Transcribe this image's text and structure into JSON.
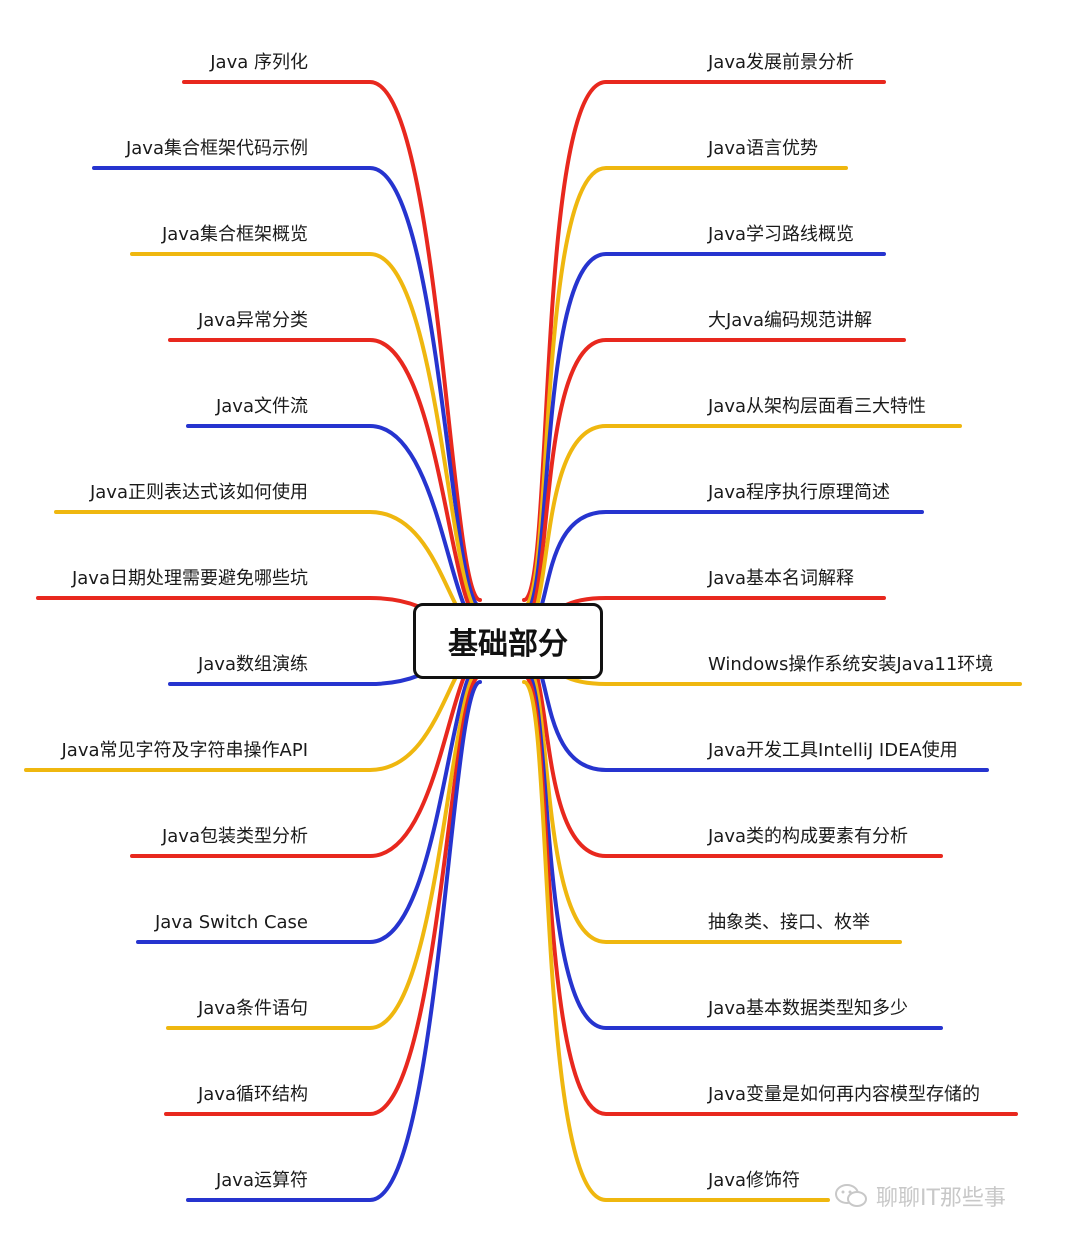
{
  "center": {
    "label": "基础部分"
  },
  "colors": {
    "red": "#e8281e",
    "blue": "#2634cf",
    "yellow": "#efb70f"
  },
  "left_branches": [
    {
      "label": "Java 序列化",
      "color": "red"
    },
    {
      "label": "Java集合框架代码示例",
      "color": "blue"
    },
    {
      "label": "Java集合框架概览",
      "color": "yellow"
    },
    {
      "label": "Java异常分类",
      "color": "red"
    },
    {
      "label": "Java文件流",
      "color": "blue"
    },
    {
      "label": "Java正则表达式该如何使用",
      "color": "yellow"
    },
    {
      "label": "Java日期处理需要避免哪些坑",
      "color": "red"
    },
    {
      "label": "Java数组演练",
      "color": "blue"
    },
    {
      "label": "Java常见字符及字符串操作API",
      "color": "yellow"
    },
    {
      "label": "Java包装类型分析",
      "color": "red"
    },
    {
      "label": "Java Switch Case",
      "color": "blue"
    },
    {
      "label": "Java条件语句",
      "color": "yellow"
    },
    {
      "label": "Java循环结构",
      "color": "red"
    },
    {
      "label": "Java运算符",
      "color": "blue"
    }
  ],
  "right_branches": [
    {
      "label": "Java发展前景分析",
      "color": "red"
    },
    {
      "label": "Java语言优势",
      "color": "yellow"
    },
    {
      "label": "Java学习路线概览",
      "color": "blue"
    },
    {
      "label": "大Java编码规范讲解",
      "color": "red"
    },
    {
      "label": "Java从架构层面看三大特性",
      "color": "yellow"
    },
    {
      "label": "Java程序执行原理简述",
      "color": "blue"
    },
    {
      "label": "Java基本名词解释",
      "color": "red"
    },
    {
      "label": "Windows操作系统安装Java11环境",
      "color": "yellow"
    },
    {
      "label": "Java开发工具IntelliJ IDEA使用",
      "color": "blue"
    },
    {
      "label": "Java类的构成要素有分析",
      "color": "red"
    },
    {
      "label": "抽象类、接口、枚举",
      "color": "yellow"
    },
    {
      "label": "Java基本数据类型知多少",
      "color": "blue"
    },
    {
      "label": "Java变量是如何再内容模型存储的",
      "color": "red"
    },
    {
      "label": "Java修饰符",
      "color": "yellow"
    }
  ],
  "watermark": {
    "text": "聊聊IT那些事",
    "icon": "wechat-icon"
  }
}
